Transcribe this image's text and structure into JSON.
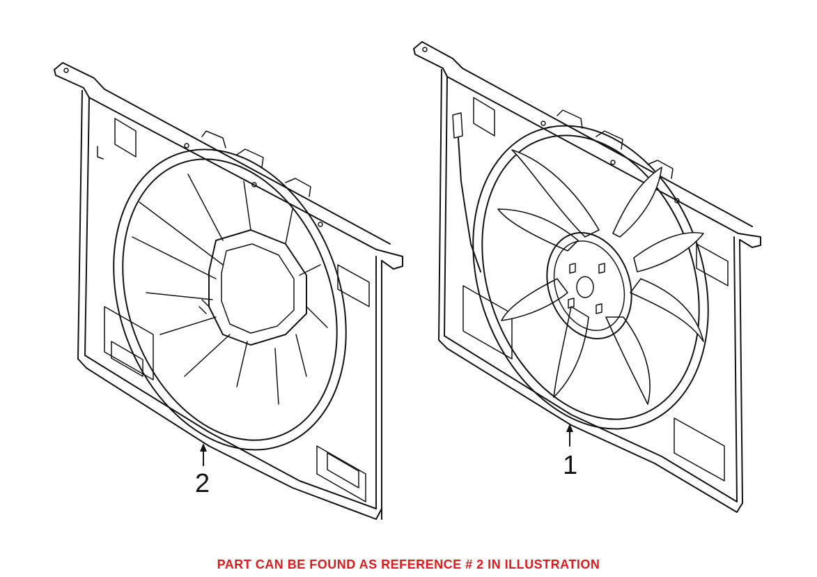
{
  "callouts": [
    {
      "id": "2",
      "label": "2"
    },
    {
      "id": "1",
      "label": "1"
    }
  ],
  "note": "PART CAN BE FOUND AS REFERENCE # 2 IN ILLUSTRATION",
  "colors": {
    "line": "#111111",
    "note": "#e0191b",
    "background": "#ffffff"
  }
}
